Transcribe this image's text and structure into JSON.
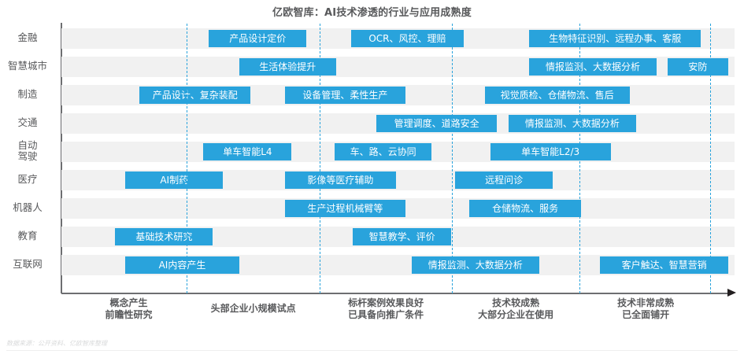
{
  "title": "亿欧智库：AI技术渗透的行业与应用成熟度",
  "footer": "数据来源：公开资料、亿欧智库整理",
  "colors": {
    "bar": "#29a3dc",
    "band": "#f1f1f1",
    "axis": "#6d6e71",
    "text": "#58595b"
  },
  "chart_data": {
    "type": "bar",
    "title": "亿欧智库：AI技术渗透的行业与应用成熟度",
    "xlabel": "",
    "ylabel": "",
    "grid": true,
    "legend": "none",
    "xlim": [
      0,
      100
    ],
    "stage_labels": [
      {
        "line1": "概念产生",
        "line2": "前瞻性研究"
      },
      {
        "line1": "头部企业小规模试点",
        "line2": ""
      },
      {
        "line1": "标杆案例效果良好",
        "line2": "已具备向推广条件"
      },
      {
        "line1": "技术较成熟",
        "line2": "大部分企业在使用"
      },
      {
        "line1": "技术非常成熟",
        "line2": "已全面铺开"
      }
    ],
    "gridline_positions": [
      18.6,
      38.4,
      58.0,
      77.0,
      96.4
    ],
    "categories": [
      "金融",
      "智慧城市",
      "制造",
      "交通",
      "自动驾驶",
      "医疗",
      "机器人",
      "教育",
      "互联网"
    ],
    "rows": [
      {
        "label": "金融",
        "label_line1": "金融",
        "label_line2": "",
        "bars": [
          {
            "text": "产品设计定价",
            "start": 21.9,
            "end": 36.4
          },
          {
            "text": "OCR、风控、理赔",
            "start": 43.0,
            "end": 59.8
          },
          {
            "text": "生物特征识别、远程办事、客服",
            "start": 69.5,
            "end": 95.0
          }
        ]
      },
      {
        "label": "智慧城市",
        "label_line1": "智慧城市",
        "label_line2": "",
        "bars": [
          {
            "text": "生活体验提升",
            "start": 26.4,
            "end": 40.8
          },
          {
            "text": "情报监测、大数据分析",
            "start": 69.5,
            "end": 88.4
          },
          {
            "text": "安防",
            "start": 90.0,
            "end": 99.1
          }
        ]
      },
      {
        "label": "制造",
        "label_line1": "制造",
        "label_line2": "",
        "bars": [
          {
            "text": "产品设计、复杂装配",
            "start": 11.6,
            "end": 28.1
          },
          {
            "text": "设备管理、柔性生产",
            "start": 33.2,
            "end": 51.1
          },
          {
            "text": "视觉质检、仓储物流、售后",
            "start": 62.9,
            "end": 84.4
          }
        ]
      },
      {
        "label": "交通",
        "label_line1": "交通",
        "label_line2": "",
        "bars": [
          {
            "text": "管理调度、道路安全",
            "start": 46.8,
            "end": 64.7
          },
          {
            "text": "情报监测、大数据分析",
            "start": 66.4,
            "end": 85.4
          }
        ]
      },
      {
        "label": "自动驾驶",
        "label_line1": "自动",
        "label_line2": "驾驶",
        "bars": [
          {
            "text": "单车智能L4",
            "start": 21.1,
            "end": 34.2
          },
          {
            "text": "车、路、云协同",
            "start": 40.6,
            "end": 55.0
          },
          {
            "text": "单车智能L2/3",
            "start": 63.7,
            "end": 81.6
          }
        ]
      },
      {
        "label": "医疗",
        "label_line1": "医疗",
        "label_line2": "",
        "bars": [
          {
            "text": "AI制药",
            "start": 9.5,
            "end": 24.0
          },
          {
            "text": "影像等医疗辅助",
            "start": 33.2,
            "end": 49.7
          },
          {
            "text": "远程问诊",
            "start": 58.5,
            "end": 73.0
          }
        ]
      },
      {
        "label": "机器人",
        "label_line1": "机器人",
        "label_line2": "",
        "bars": [
          {
            "text": "生产过程机械臂等",
            "start": 33.2,
            "end": 51.1
          },
          {
            "text": "仓储物流、服务",
            "start": 60.6,
            "end": 77.2
          }
        ]
      },
      {
        "label": "教育",
        "label_line1": "教育",
        "label_line2": "",
        "bars": [
          {
            "text": "基础技术研究",
            "start": 8.0,
            "end": 22.5
          },
          {
            "text": "智慧教学、评价",
            "start": 43.3,
            "end": 57.9
          }
        ]
      },
      {
        "label": "互联网",
        "label_line1": "互联网",
        "label_line2": "",
        "bars": [
          {
            "text": "AI内容产生",
            "start": 9.5,
            "end": 26.4
          },
          {
            "text": "情报监测、大数据分析",
            "start": 52.0,
            "end": 71.0
          },
          {
            "text": "客户触达、智慧营销",
            "start": 80.0,
            "end": 99.1
          }
        ]
      }
    ]
  }
}
